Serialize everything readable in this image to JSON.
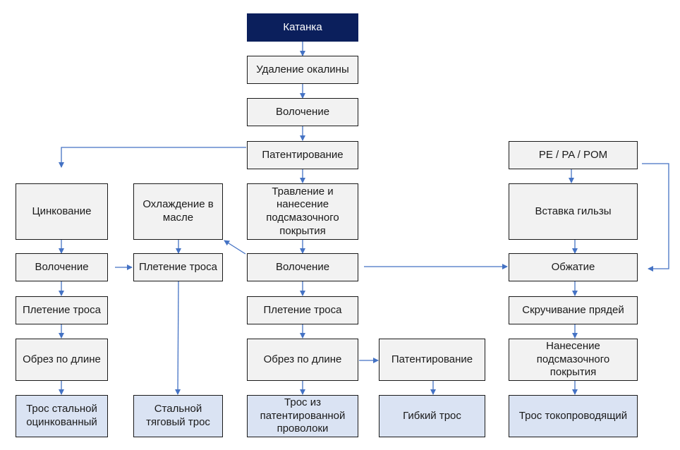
{
  "colors": {
    "source_fill": "#0b1f5c",
    "process_fill": "#f2f2f2",
    "product_fill": "#dae3f3",
    "connector": "#4472c4"
  },
  "nodes": {
    "wire_rod": "Катанка",
    "descaling": "Удаление окалины",
    "drawing_1": "Волочение",
    "patenting_1": "Патентирование",
    "etching": "Травление и нанесение подсмазочного покрытия",
    "drawing_2": "Волочение",
    "rope_laying_center": "Плетение троса",
    "cut_center": "Обрез по длине",
    "product_patented": "Трос из патентированной проволоки",
    "patenting_2": "Патентирование",
    "product_flexible": "Гибкий трос",
    "galvanizing": "Цинкование",
    "drawing_left": "Волочение",
    "rope_laying_left": "Плетение троса",
    "cut_left": "Обрез по длине",
    "product_galvanized": "Трос стальной оцинкованный",
    "oil_cooling": "Охлаждение в масле",
    "rope_laying_oil": "Плетение троса",
    "product_traction": "Стальной тяговый трос",
    "polymers": "PE / PA / POM",
    "sleeve_insertion": "Вставка гильзы",
    "crimping": "Обжатие",
    "strand_twisting": "Скручивание прядей",
    "coating_right": "Нанесение подсмазочного покрытия",
    "product_conductive": "Трос токопроводящий"
  }
}
